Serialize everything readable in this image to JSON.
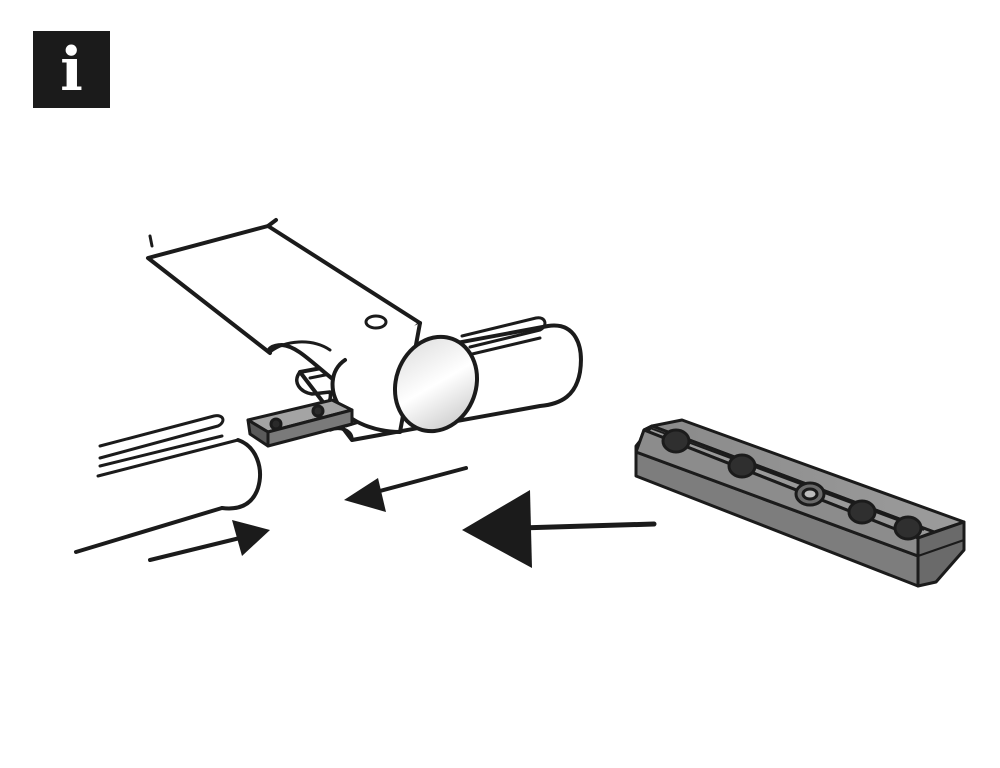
{
  "info_badge": {
    "glyph": "i",
    "icon": "info-icon"
  },
  "colors": {
    "ink": "#1b1b1b",
    "plate_gray": "#8f8f8f",
    "plate_dark": "#5a5a5a",
    "background": "#ffffff"
  },
  "diagram": {
    "description_icon": "rail-connector-assembly",
    "parts": [
      "left-rail",
      "right-rail",
      "cross-tube-clamp",
      "small-connector-plate",
      "large-connector-plate"
    ],
    "arrows": [
      "arrow-right",
      "arrow-left-small",
      "arrow-left-large"
    ]
  }
}
